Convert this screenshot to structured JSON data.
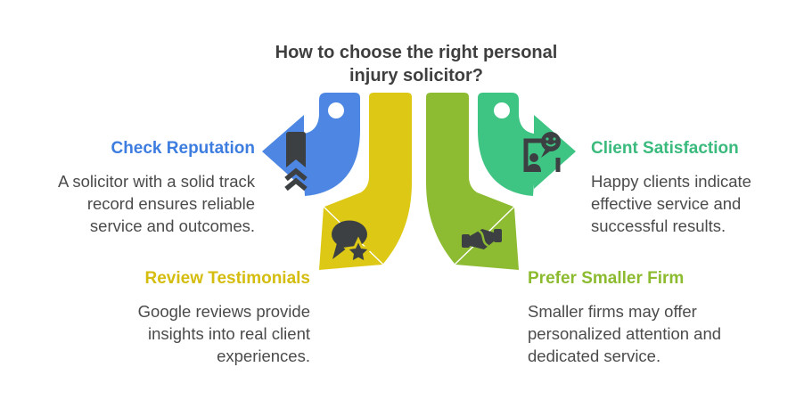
{
  "title": {
    "lines": [
      "How to choose the right personal",
      "injury solicitor?"
    ]
  },
  "colors": {
    "background": "#ffffff",
    "title_text": "#3f3f3f",
    "body_text": "#4b4b4b",
    "icon_dark": "#3d4043",
    "blue": "#4d87e3",
    "blue_heading": "#3e7de0",
    "yellow": "#ddc915",
    "yellow_heading": "#d4bd0e",
    "green": "#3ec483",
    "green_heading": "#3bba7d",
    "olive": "#8dbc33",
    "olive_heading": "#8cbb2f"
  },
  "sections": [
    {
      "id": "check-reputation",
      "heading": "Check Reputation",
      "heading_color": "#3e7de0",
      "arrow_color": "#4d87e3",
      "arrow_direction": "left",
      "icon": "bookmark-icon",
      "desc_lines": [
        "A solicitor with a solid track",
        "record ensures reliable",
        "service and outcomes."
      ]
    },
    {
      "id": "review-testimonials",
      "heading": "Review Testimonials",
      "heading_color": "#d4bd0e",
      "arrow_color": "#ddc915",
      "arrow_direction": "down-left",
      "icon": "review-star-icon",
      "desc_lines": [
        "Google reviews provide",
        "insights into real client",
        "experiences."
      ]
    },
    {
      "id": "prefer-smaller-firm",
      "heading": "Prefer Smaller Firm",
      "heading_color": "#8cbb2f",
      "arrow_color": "#8dbc33",
      "arrow_direction": "down-right",
      "icon": "handshake-icon",
      "desc_lines": [
        "Smaller firms may offer",
        "personalized attention and",
        "dedicated service."
      ]
    },
    {
      "id": "client-satisfaction",
      "heading": "Client Satisfaction",
      "heading_color": "#3bba7d",
      "arrow_color": "#3ec483",
      "arrow_direction": "right",
      "icon": "happy-client-icon",
      "desc_lines": [
        "Happy clients indicate",
        "effective service and",
        "successful results."
      ]
    }
  ]
}
